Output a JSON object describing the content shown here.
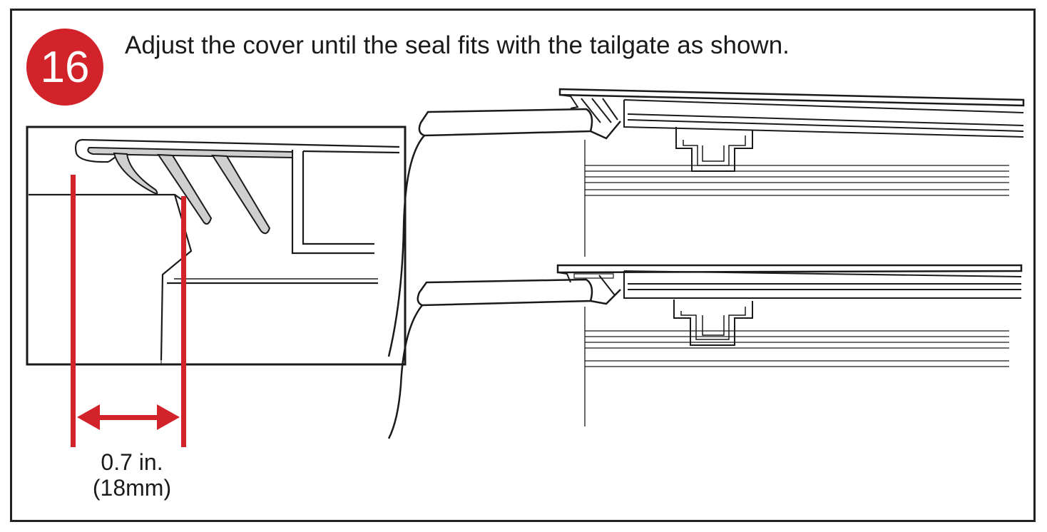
{
  "step": {
    "number": "16",
    "instruction": "Adjust the cover until the seal fits with the tailgate as shown."
  },
  "measurement": {
    "imperial": "0.7 in.",
    "metric": "(18mm)"
  },
  "colors": {
    "accent": "#d2232a",
    "line": "#1a1a1a",
    "seal": "#cfcfcf"
  }
}
